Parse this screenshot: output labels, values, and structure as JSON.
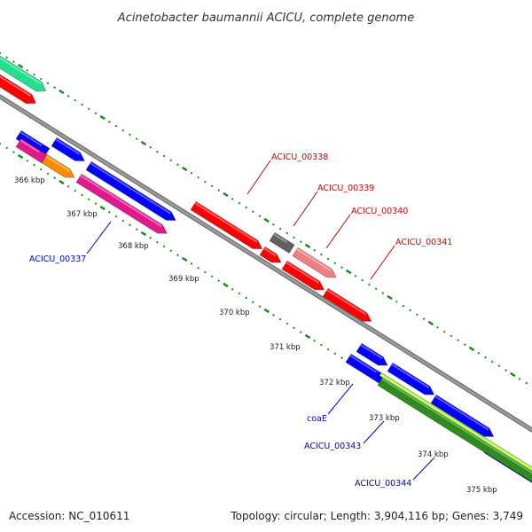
{
  "title": "Acinetobacter baumannii ACICU, complete genome",
  "footer": {
    "accession": "Accession: NC_010611",
    "summary": "Topology: circular; Length: 3,904,116 bp; Genes: 3,749"
  },
  "ticks": [
    {
      "label": "366 kbp"
    },
    {
      "label": "367 kbp"
    },
    {
      "label": "368 kbp"
    },
    {
      "label": "369 kbp"
    },
    {
      "label": "370 kbp"
    },
    {
      "label": "371 kbp"
    },
    {
      "label": "372 kbp"
    },
    {
      "label": "373 kbp"
    },
    {
      "label": "374 kbp"
    },
    {
      "label": "375 kbp"
    }
  ],
  "genes": [
    {
      "name": "ACICU_00337",
      "color": "#0000cc"
    },
    {
      "name": "ACICU_00338",
      "color": "#cc0000"
    },
    {
      "name": "ACICU_00339",
      "color": "#cc0000"
    },
    {
      "name": "ACICU_00340",
      "color": "#cc0000"
    },
    {
      "name": "ACICU_00341",
      "color": "#cc0000"
    },
    {
      "name": "coaE",
      "color": "#0000cc"
    },
    {
      "name": "ACICU_00343",
      "color": "#0000cc"
    },
    {
      "name": "ACICU_00344",
      "color": "#0000cc"
    }
  ],
  "colors": {
    "forward": "#0000ff",
    "reverse": "#ff0000",
    "backbone": "#888888",
    "tick_dots": "#1a8c1a",
    "cds_pink": "#e0198c",
    "cds_orange": "#ff8c00",
    "cds_teal": "#22e08c",
    "cds_salmon": "#f08080",
    "cds_grey": "#606060",
    "cds_green": "#2e8b1e",
    "cds_lime": "#adff2f"
  }
}
